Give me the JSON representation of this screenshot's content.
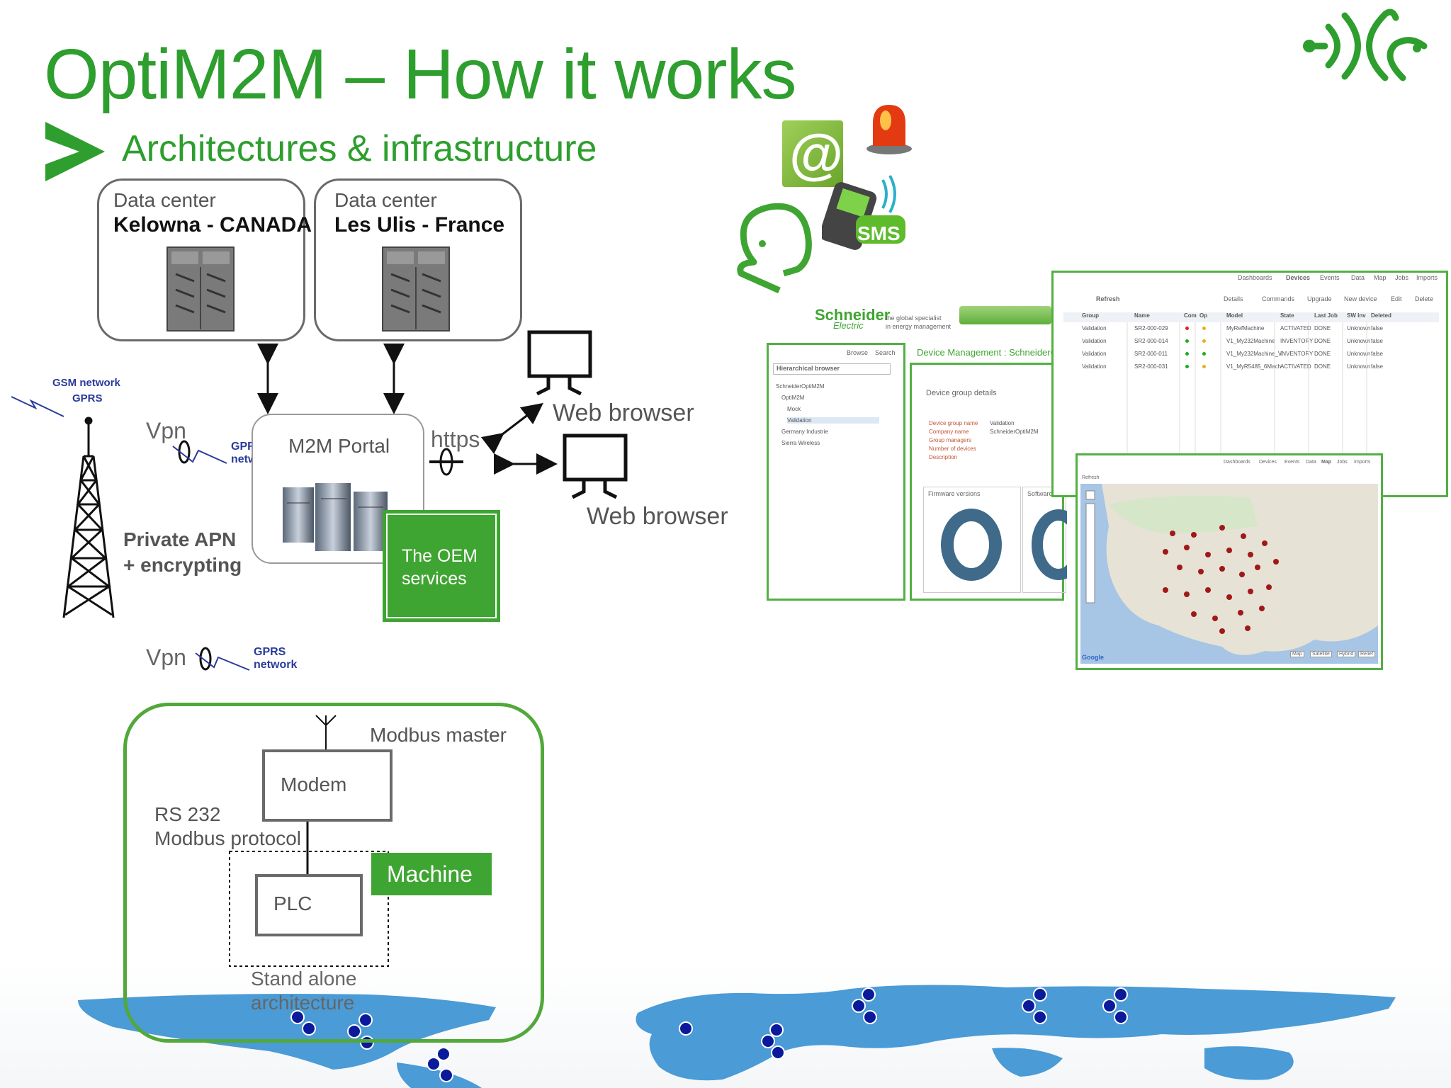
{
  "title": "OptiM2M – How it works",
  "subtitle": "Architectures & infrastructure",
  "datacenters": [
    {
      "label": "Data center",
      "location": "Kelowna - CANADA"
    },
    {
      "label": "Data center",
      "location": "Les Ulis - France"
    }
  ],
  "gsm": {
    "line1": "GSM network",
    "line2": "GPRS"
  },
  "vpn_top": {
    "label": "Vpn",
    "net1": "GPRS",
    "net2": "network"
  },
  "vpn_bottom": {
    "label": "Vpn",
    "net1": "GPRS",
    "net2": "network"
  },
  "portal": {
    "label": "M2M Portal"
  },
  "https_label": "https",
  "browsers": [
    "Web browser",
    "Web browser"
  ],
  "apn": {
    "line1": "Private APN",
    "line2": "+ encrypting"
  },
  "oem": {
    "line1": "The OEM",
    "line2": "services"
  },
  "standalone": {
    "modbus_master": "Modbus master",
    "modem": "Modem",
    "rs232_line1": "RS 232",
    "rs232_line2": "Modbus protocol",
    "machine": "Machine",
    "plc": "PLC",
    "caption_line1": "Stand alone",
    "caption_line2": "architecture"
  },
  "notifications": {
    "email_symbol": "@",
    "sms": "SMS"
  },
  "screens": {
    "brand": "Schneider",
    "brand2": "Electric",
    "brand_tag1": "the global specialist",
    "brand_tag2": "in energy management",
    "device_mgmt": "Device Management : SchneiderOp",
    "device_group_details": "Device group details",
    "hier_browser": "Hierarchical browser",
    "browse_tab": "Browse",
    "search_tab": "Search",
    "tree": [
      "SchneiderOptiM2M",
      "OptiM2M",
      "Mock",
      "Validation",
      "Germany Industrie",
      "Sierra Wireless"
    ],
    "group_detail_labels": [
      "Device group name",
      "Company name",
      "Group managers",
      "Number of devices",
      "Description"
    ],
    "group_detail_values": [
      "Validation",
      "SchneiderOptiM2M",
      "",
      "",
      ""
    ],
    "firmware_versions": "Firmware versions",
    "software": "Software",
    "top_tabs": [
      "Dashboards",
      "Devices",
      "Events",
      "Data",
      "Map",
      "Jobs",
      "Imports"
    ],
    "toolbar": [
      "Details",
      "Commands",
      "Upgrade",
      "New device",
      "Edit",
      "Delete"
    ],
    "refresh": "Refresh",
    "table_headers": [
      "Group",
      "Name",
      "Com",
      "Op",
      "Model",
      "State",
      "Last Job",
      "SW Inv",
      "Deleted"
    ],
    "table_rows": [
      [
        "Validation",
        "SR2-000-029",
        "MyRefMachine",
        "ACTIVATED",
        "DONE",
        "Unknown",
        "false"
      ],
      [
        "Validation",
        "SR2-000-014",
        "V1_My232Machine",
        "INVENTORY",
        "DONE",
        "Unknown",
        "false"
      ],
      [
        "Validation",
        "SR2-000-011",
        "V1_My232Machine_V",
        "INVENTORY",
        "DONE",
        "Unknown",
        "false"
      ],
      [
        "Validation",
        "SR2-000-031",
        "V1_MyR5485_6Mach",
        "ACTIVATED",
        "DONE",
        "Unknown",
        "false"
      ]
    ],
    "map_tabs": [
      "Dashboards",
      "Devices",
      "Events",
      "Data",
      "Map",
      "Jobs",
      "Imports"
    ],
    "map_buttons": [
      "Map",
      "Satellite",
      "Hybrid",
      "Relief"
    ],
    "map_google": "Google"
  },
  "colors": {
    "green": "#2e9e2e",
    "dark_green": "#3fa532",
    "dot_blue": "#0a1a9a",
    "map_blue": "#3a8fd0"
  }
}
